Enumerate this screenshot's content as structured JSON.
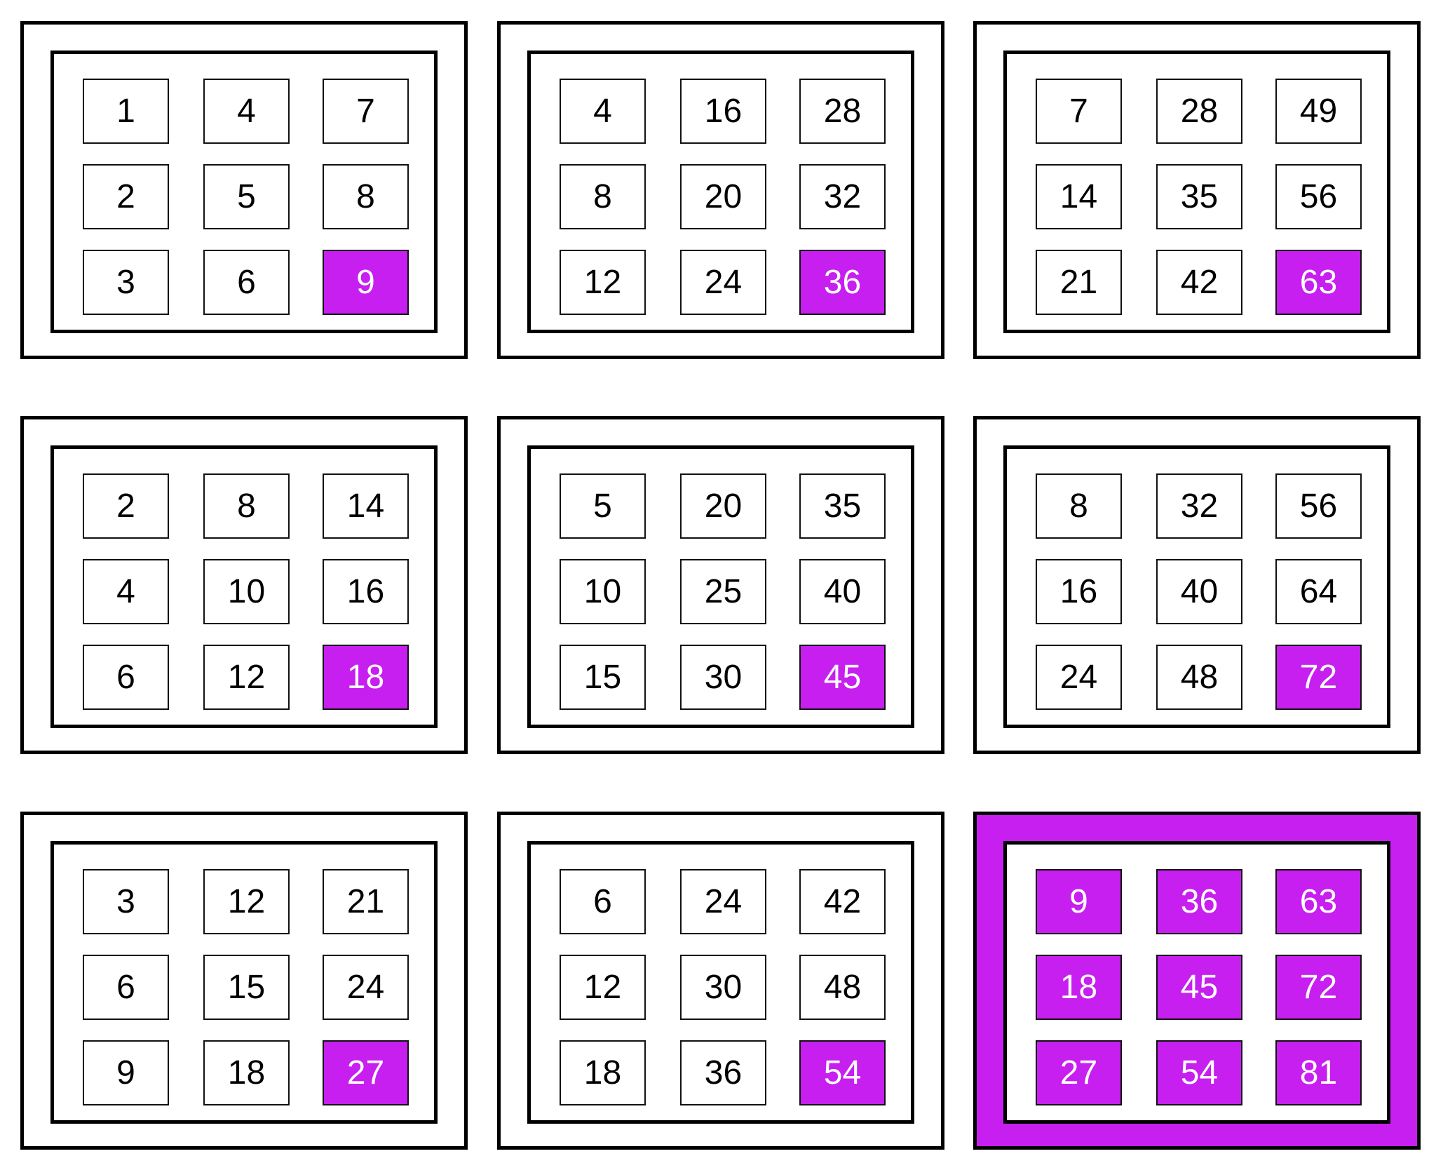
{
  "colors": {
    "highlight": "#c71fef",
    "border": "#000000",
    "background": "#ffffff"
  },
  "panels": [
    {
      "cells": [
        "1",
        "4",
        "7",
        "2",
        "5",
        "8",
        "3",
        "6",
        "9"
      ],
      "highlight": [
        8
      ],
      "panel_highlight": false
    },
    {
      "cells": [
        "4",
        "16",
        "28",
        "8",
        "20",
        "32",
        "12",
        "24",
        "36"
      ],
      "highlight": [
        8
      ],
      "panel_highlight": false
    },
    {
      "cells": [
        "7",
        "28",
        "49",
        "14",
        "35",
        "56",
        "21",
        "42",
        "63"
      ],
      "highlight": [
        8
      ],
      "panel_highlight": false
    },
    {
      "cells": [
        "2",
        "8",
        "14",
        "4",
        "10",
        "16",
        "6",
        "12",
        "18"
      ],
      "highlight": [
        8
      ],
      "panel_highlight": false
    },
    {
      "cells": [
        "5",
        "20",
        "35",
        "10",
        "25",
        "40",
        "15",
        "30",
        "45"
      ],
      "highlight": [
        8
      ],
      "panel_highlight": false
    },
    {
      "cells": [
        "8",
        "32",
        "56",
        "16",
        "40",
        "64",
        "24",
        "48",
        "72"
      ],
      "highlight": [
        8
      ],
      "panel_highlight": false
    },
    {
      "cells": [
        "3",
        "12",
        "21",
        "6",
        "15",
        "24",
        "9",
        "18",
        "27"
      ],
      "highlight": [
        8
      ],
      "panel_highlight": false
    },
    {
      "cells": [
        "6",
        "24",
        "42",
        "12",
        "30",
        "48",
        "18",
        "36",
        "54"
      ],
      "highlight": [
        8
      ],
      "panel_highlight": false
    },
    {
      "cells": [
        "9",
        "36",
        "63",
        "18",
        "45",
        "72",
        "27",
        "54",
        "81"
      ],
      "highlight": [
        0,
        1,
        2,
        3,
        4,
        5,
        6,
        7,
        8
      ],
      "panel_highlight": true
    }
  ]
}
